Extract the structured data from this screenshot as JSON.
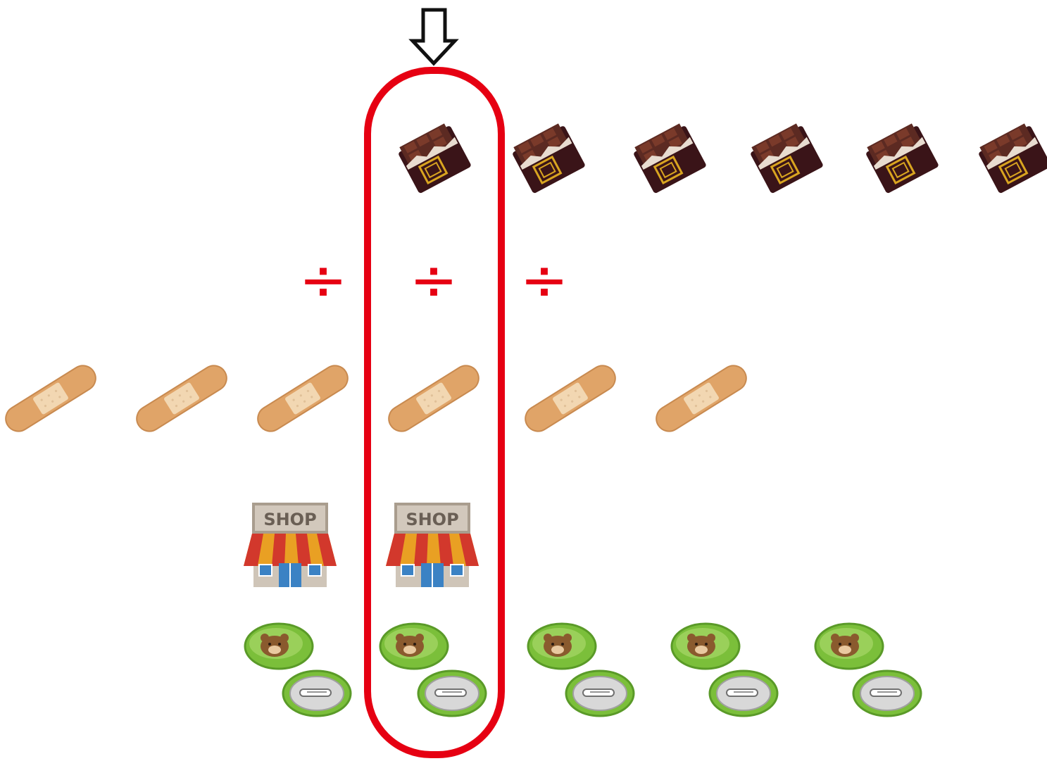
{
  "indicator": {
    "icon": "down-arrow-icon",
    "selected_column": 4
  },
  "highlight": {
    "color": "#e60012"
  },
  "division": {
    "symbol": "÷",
    "color": "#e60012",
    "count": 3
  },
  "rows": [
    {
      "name": "chocolate",
      "icon": "chocolate-bar-icon",
      "count": 6
    },
    {
      "name": "bandage",
      "icon": "bandage-icon",
      "count": 6
    },
    {
      "name": "shop",
      "icon": "shop-icon",
      "count": 2,
      "label": "SHOP"
    },
    {
      "name": "badge",
      "icon": "bear-badge-icon",
      "count": 5
    }
  ]
}
